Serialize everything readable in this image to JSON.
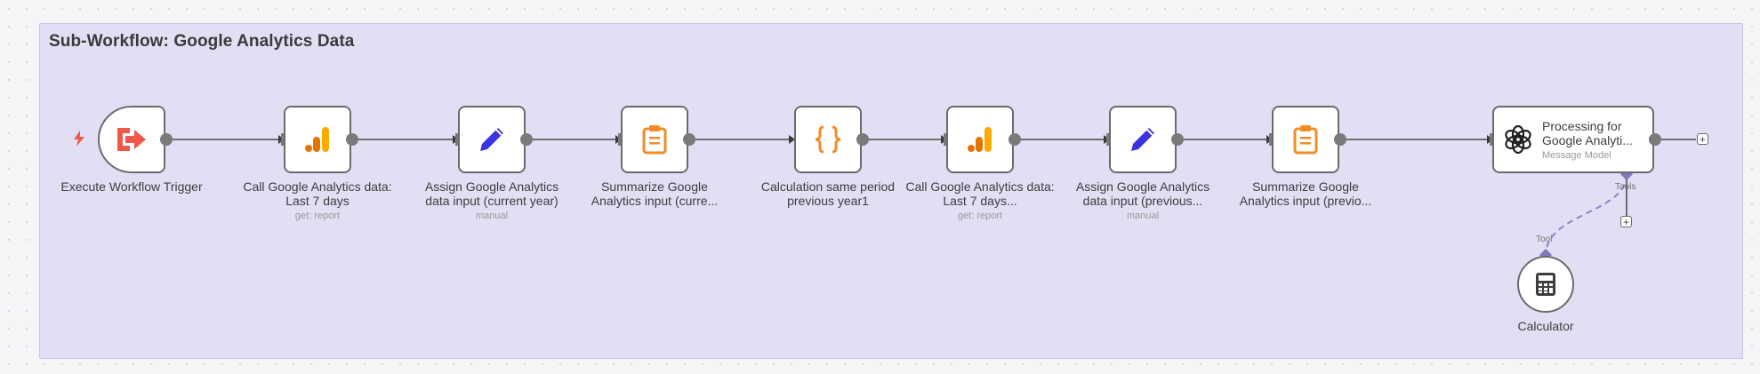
{
  "sticky": {
    "title": "Sub-Workflow: Google Analytics Data"
  },
  "nodes": [
    {
      "id": "execute-trigger",
      "label": "Execute Workflow Trigger",
      "sub": "",
      "icon": "execute-workflow-icon"
    },
    {
      "id": "call-ga-1",
      "label": "Call Google Analytics data: Last 7 days",
      "sub": "get: report",
      "icon": "google-analytics-icon"
    },
    {
      "id": "assign-current",
      "label": "Assign Google Analytics data input (current year)",
      "sub": "manual",
      "icon": "pencil-icon"
    },
    {
      "id": "summarize-current",
      "label": "Summarize Google Analytics input (curre...",
      "sub": "",
      "icon": "clipboard-icon"
    },
    {
      "id": "calculation",
      "label": "Calculation same period previous year1",
      "sub": "",
      "icon": "code-braces-icon"
    },
    {
      "id": "call-ga-2",
      "label": "Call Google Analytics data: Last 7 days...",
      "sub": "get: report",
      "icon": "google-analytics-icon"
    },
    {
      "id": "assign-previous",
      "label": "Assign Google Analytics data input (previous...",
      "sub": "manual",
      "icon": "pencil-icon"
    },
    {
      "id": "summarize-previous",
      "label": "Summarize Google Analytics input (previo...",
      "sub": "",
      "icon": "clipboard-icon"
    }
  ],
  "llm_node": {
    "title": "Processing for Google Analyti...",
    "sub": "Message Model",
    "icon": "openai-icon"
  },
  "tool_node": {
    "label": "Calculator",
    "icon": "calculator-icon"
  },
  "ports": {
    "tools": "Tools",
    "tool": "Tool"
  },
  "buttons": {
    "add": "+"
  },
  "colors": {
    "sticky_bg": "#e2dff5",
    "analytics_orange": "#f9ab00",
    "pencil_blue": "#3b32e0",
    "clipboard_orange": "#f28c28",
    "trigger_red": "#f0584a",
    "tool_connector": "#8a86c9"
  }
}
